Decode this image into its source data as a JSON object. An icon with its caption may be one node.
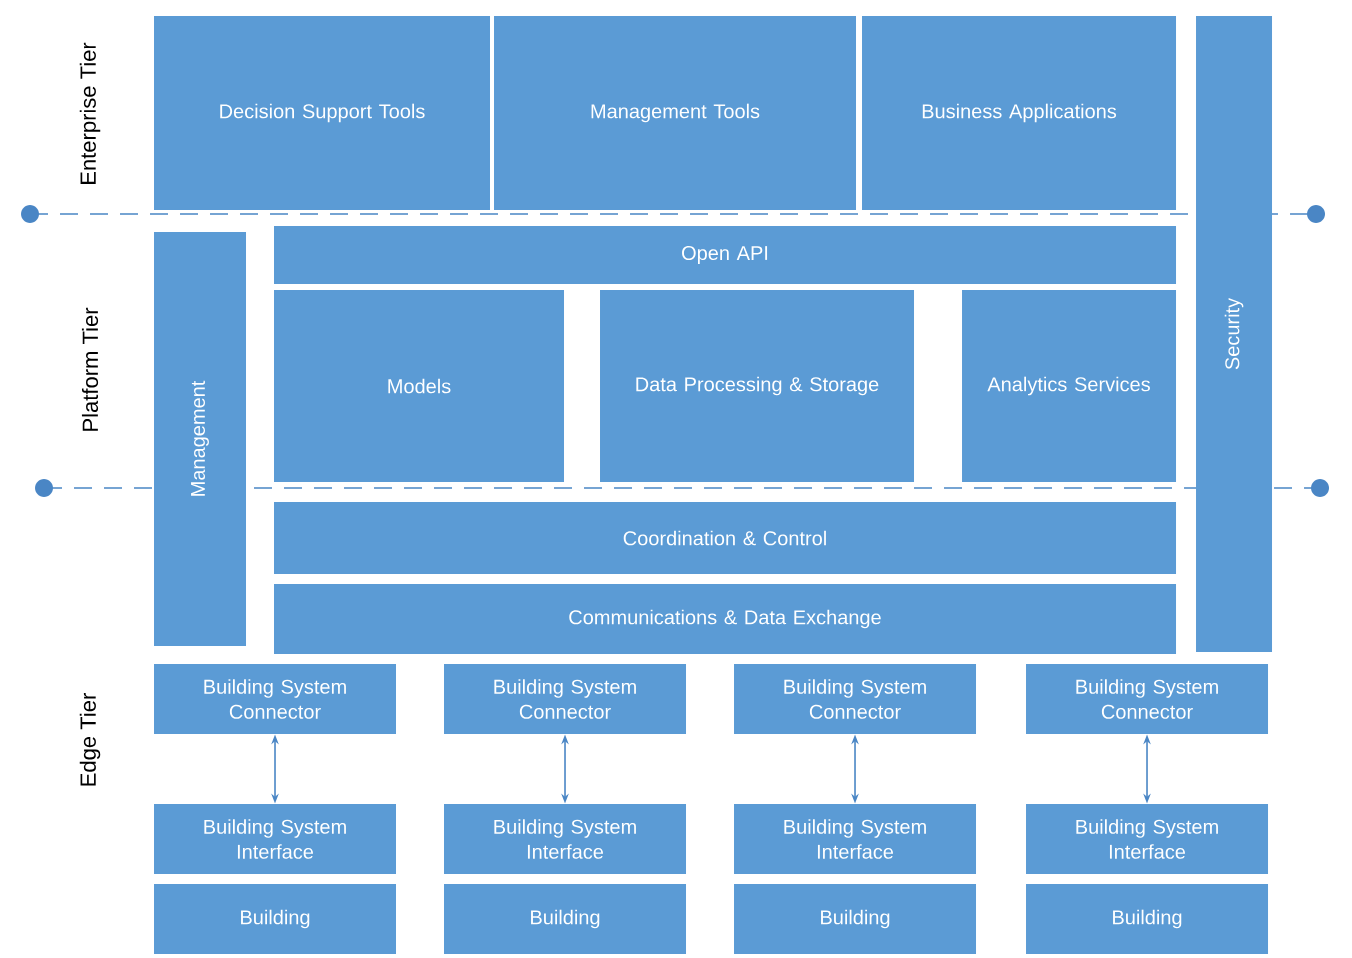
{
  "diagram": {
    "nodes": [
      {
        "text": [
          "Decision Support Tools"
        ]
      },
      {
        "text": [
          "Management Tools"
        ]
      },
      {
        "text": [
          "Business Applications"
        ]
      },
      {
        "text": [
          "Security"
        ]
      },
      {
        "text": [
          "Management"
        ]
      },
      {
        "text": [
          "Open API"
        ]
      },
      {
        "text": [
          "Models"
        ]
      },
      {
        "text": [
          "Data Processing & Storage"
        ]
      },
      {
        "text": [
          "Analytics Services"
        ]
      },
      {
        "text": [
          "Coordination & Control"
        ]
      },
      {
        "text": [
          "Communications & Data Exchange"
        ]
      },
      {
        "text": [
          "Building System Connector"
        ]
      },
      {
        "text": [
          "Building System Connector"
        ]
      },
      {
        "text": [
          "Building System Connector"
        ]
      },
      {
        "text": [
          "Building System Connector"
        ]
      },
      {
        "text": [
          "Building System Interface"
        ]
      },
      {
        "text": [
          "Building System Interface"
        ]
      },
      {
        "text": [
          "Building System Interface"
        ]
      },
      {
        "text": [
          "Building System Interface"
        ]
      },
      {
        "text": [
          "Building"
        ]
      },
      {
        "text": [
          "Building"
        ]
      },
      {
        "text": [
          "Building"
        ]
      },
      {
        "text": [
          "Building"
        ]
      }
    ],
    "edges": [
      {
        "from": 11,
        "to": 15,
        "arrow": "both"
      },
      {
        "from": 12,
        "to": 16,
        "arrow": "both"
      },
      {
        "from": 13,
        "to": 17,
        "arrow": "both"
      },
      {
        "from": 14,
        "to": 18,
        "arrow": "both"
      }
    ],
    "labels": [
      "Enterprise Tier",
      "Platform Tier",
      "Edge Tier"
    ]
  }
}
